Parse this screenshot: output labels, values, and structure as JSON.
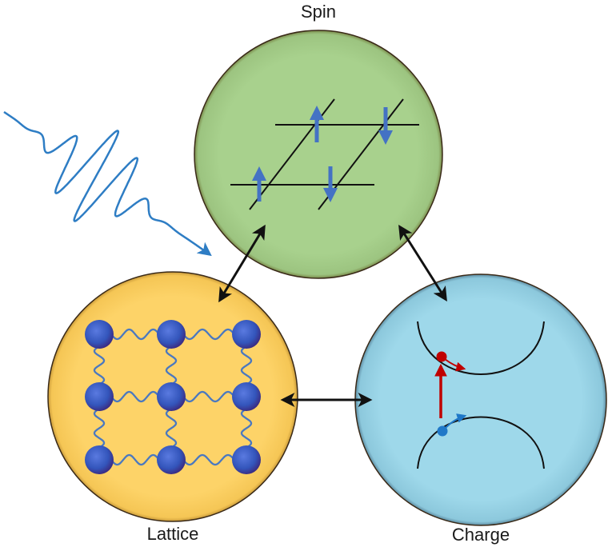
{
  "labels": {
    "spin": "Spin",
    "lattice": "Lattice",
    "charge": "Charge"
  },
  "colors": {
    "spin_fill": "#a8d18d",
    "lattice_fill": "#fdd368",
    "charge_fill": "#9ed8ea",
    "circle_edge": "#5a3a1e",
    "spin_arrow": "#4472c4",
    "lattice_atom": "#3355bb",
    "lattice_spring": "#4a78c0",
    "light_wave": "#2e7dc4",
    "excited_electron": "#c00000",
    "ground_electron": "#1f78c8",
    "coupling_arrow": "#111111"
  },
  "icons": {
    "light_pulse": "light-pulse-wave",
    "coupling": "double-headed-arrow"
  }
}
